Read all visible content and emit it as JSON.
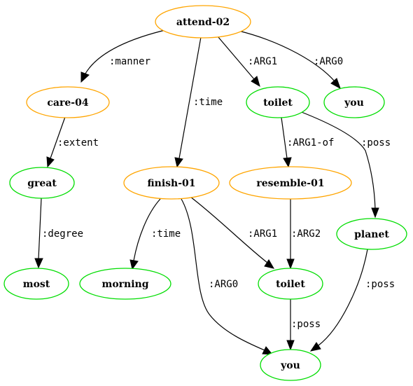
{
  "colors": {
    "predicate": "#ffa500",
    "concept": "#00dd00",
    "edge": "#000000",
    "background": "#ffffff"
  },
  "nodes": {
    "attend": "attend-02",
    "care": "care-04",
    "toilet_top": "toilet",
    "you_top": "you",
    "great": "great",
    "finish": "finish-01",
    "resemble": "resemble-01",
    "planet": "planet",
    "most": "most",
    "morning": "morning",
    "toilet_bottom": "toilet",
    "you_bottom": "you"
  },
  "edges": {
    "attend_care": ":manner",
    "attend_finish": ":time",
    "attend_toilet": ":ARG1",
    "attend_you": ":ARG0",
    "care_great": ":extent",
    "toilet_resemble": ":ARG1-of",
    "toilet_planet": ":poss",
    "great_most": ":degree",
    "finish_morning": ":time",
    "finish_toilet": ":ARG1",
    "finish_you": ":ARG0",
    "resemble_toilet": ":ARG2",
    "planet_you": ":poss",
    "toilet_you": ":poss"
  }
}
